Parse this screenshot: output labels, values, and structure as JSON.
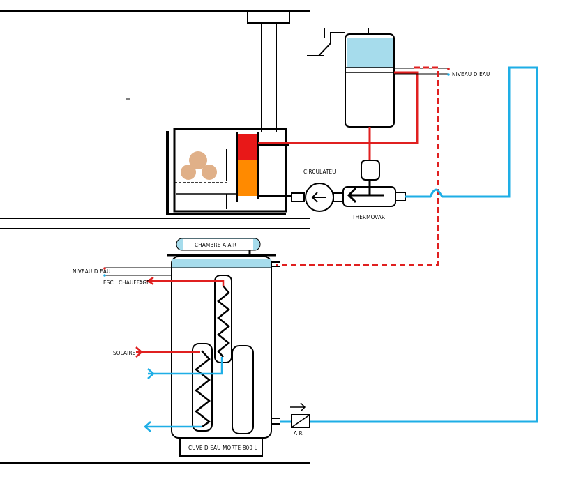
{
  "labels": {
    "niveau_top": "NIVEAU D EAU",
    "circulateur": "CIRCULATEU",
    "thermovar": "THERMOVAR",
    "chambre": "CHAMBRE  A  AIR",
    "niveau_left": "NIVEAU D EAU",
    "esc": "ESC",
    "chauffage": "CHAUFFAGE",
    "solaire": "SOLAIRE",
    "air": "A R",
    "cuve": "CUVE D EAU MORTE  800 L"
  },
  "colors": {
    "hot": "#e02020",
    "cold": "#1eaee6",
    "water": "#a6dcec",
    "fire_hot": "#e81818",
    "fire_warm": "#ff8a00",
    "wood": "#e0b088",
    "outline": "#000000"
  }
}
